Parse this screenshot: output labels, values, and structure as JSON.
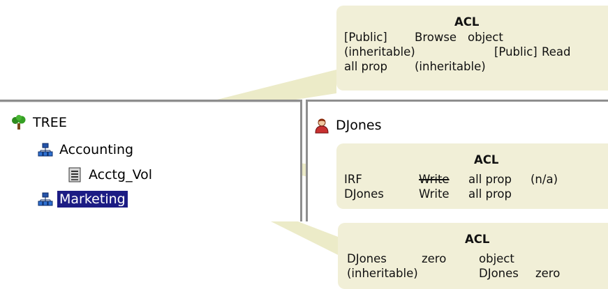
{
  "tree": {
    "root_label": "TREE",
    "items": [
      {
        "label": "Accounting",
        "icon": "org-unit-icon"
      },
      {
        "label": "Acctg_Vol",
        "icon": "volume-icon"
      },
      {
        "label": "Marketing",
        "icon": "org-unit-icon",
        "selected": true
      }
    ]
  },
  "object_panel": {
    "user_label": "DJones"
  },
  "callouts": [
    {
      "title": "ACL",
      "rows": [
        [
          "[Public]",
          "Browse",
          "object"
        ],
        [
          "(inheritable)",
          "[Public]",
          "Read"
        ],
        [
          "all prop",
          "(inheritable)"
        ]
      ]
    },
    {
      "title": "ACL",
      "rows": [
        [
          "IRF",
          "Write",
          "all prop",
          "(n/a)"
        ],
        [
          "DJones",
          "Write",
          "all prop"
        ]
      ]
    },
    {
      "title": "ACL",
      "rows": [
        [
          "DJones",
          "zero",
          "object"
        ],
        [
          "(inheritable)",
          "DJones",
          "zero"
        ]
      ]
    }
  ],
  "colors": {
    "callout_fill": "#f1efd7",
    "pointer_fill": "#ecebc8",
    "selection": "#1c1c84"
  }
}
